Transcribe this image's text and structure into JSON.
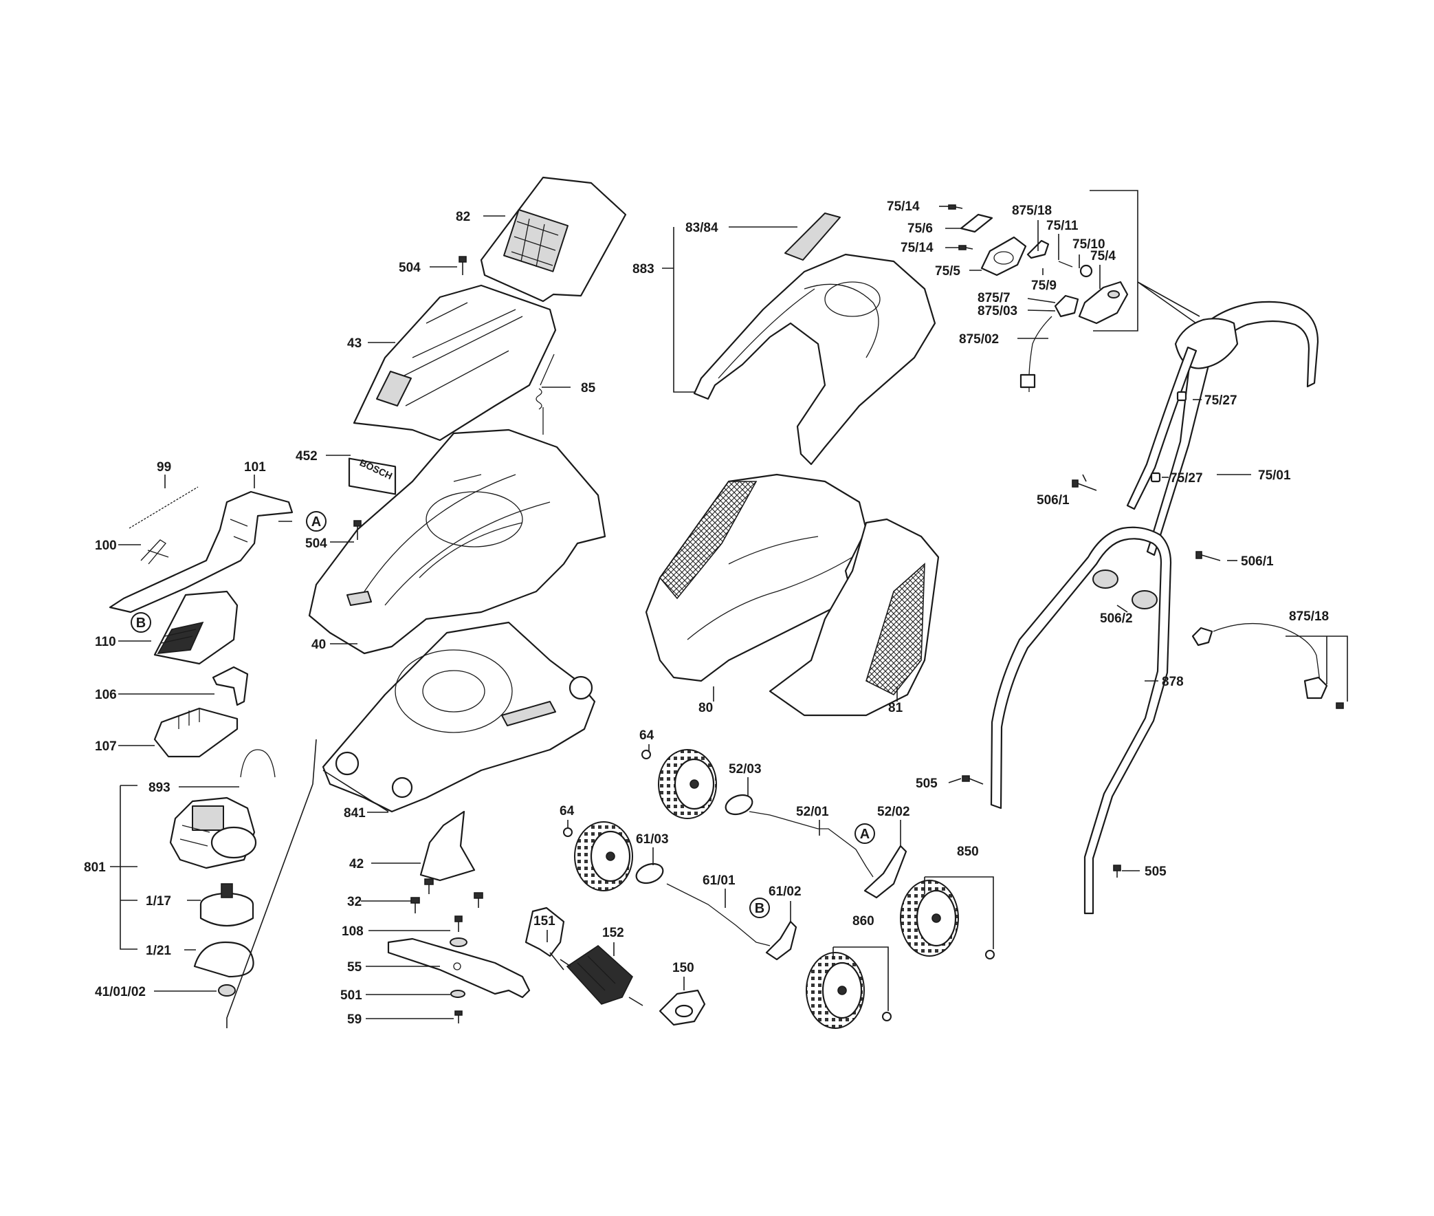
{
  "diagram": {
    "labels": {
      "l82": "82",
      "l504a": "504",
      "l43": "43",
      "l85": "85",
      "l452": "452",
      "l99": "99",
      "l101": "101",
      "l100": "100",
      "l504b": "504",
      "l40": "40",
      "l110": "110",
      "l106": "106",
      "l107": "107",
      "l893": "893",
      "l801": "801",
      "l117": "1/17",
      "l121": "1/21",
      "l410102": "41/01/02",
      "l841": "841",
      "l42": "42",
      "l32": "32",
      "l108": "108",
      "l55": "55",
      "l501": "501",
      "l59": "59",
      "l151": "151",
      "l152": "152",
      "l150": "150",
      "l8384": "83/84",
      "l883": "883",
      "l80": "80",
      "l81": "81",
      "l64a": "64",
      "l5203": "52/03",
      "l64b": "64",
      "l6103": "61/03",
      "l5201": "52/01",
      "l5202": "52/02",
      "l6101": "61/01",
      "l6102": "61/02",
      "l850": "850",
      "l860": "860",
      "l7514a": "75/14",
      "l756": "75/6",
      "l7514b": "75/14",
      "l755": "75/5",
      "l87518a": "875/18",
      "l7511": "75/11",
      "l7510": "75/10",
      "l754": "75/4",
      "l759": "75/9",
      "l8757": "875/7",
      "l87503": "875/03",
      "l87502": "875/02",
      "l7527a": "75/27",
      "l7527b": "75/27",
      "l7501": "75/01",
      "l5061a": "506/1",
      "l5061b": "506/1",
      "l5062": "506/2",
      "l87518b": "875/18",
      "l878": "878",
      "l505a": "505",
      "l505b": "505"
    },
    "callouts": {
      "a1": "A",
      "b1": "B",
      "a2": "A",
      "b2": "B"
    },
    "logo_text": "BOSCH"
  }
}
